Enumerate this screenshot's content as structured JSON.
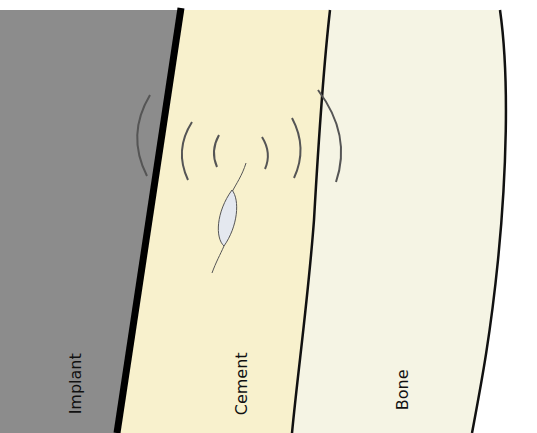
{
  "diagram": {
    "nodes": [
      {
        "text": [
          "Implant"
        ]
      },
      {
        "text": [
          "Cement"
        ]
      },
      {
        "text": [
          "Bone"
        ]
      }
    ]
  }
}
